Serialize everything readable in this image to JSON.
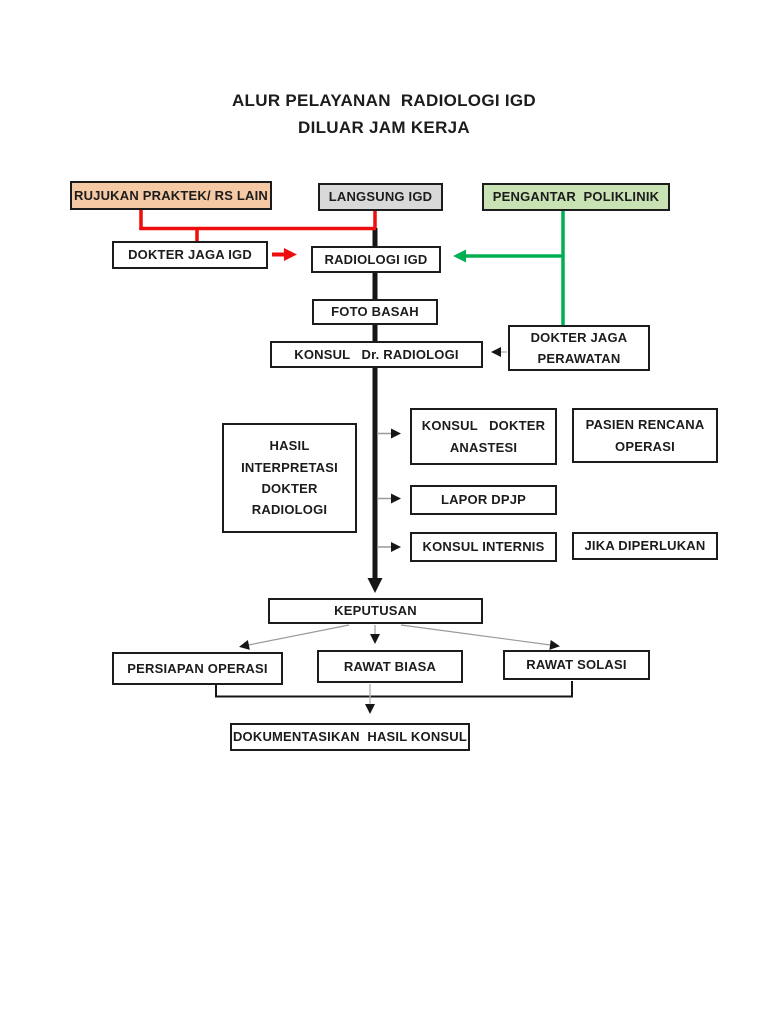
{
  "page": {
    "title": "ALUR PELAYANAN  RADIOLOGI IGD\nDILUAR JAM KERJA"
  },
  "colors": {
    "red": "#ee0d0d",
    "green": "#00b050",
    "black": "#161616",
    "gray_line": "#9a9a9a",
    "light_gray_line": "#b5b5b5",
    "peach_fill": "#f6c9a5",
    "gray_fill": "#d9d9d9",
    "green_fill": "#c8e2b4",
    "white_fill": "#ffffff"
  },
  "nodes": {
    "rujukan": {
      "label": "RUJUKAN PRAKTEK/ RS LAIN"
    },
    "langsung": {
      "label": "LANGSUNG IGD"
    },
    "pengantar": {
      "label": "PENGANTAR  POLIKLINIK"
    },
    "dokter_jaga_igd": {
      "label": "DOKTER JAGA IGD"
    },
    "radiologi_igd": {
      "label": "RADIOLOGI IGD"
    },
    "foto_basah": {
      "label": "FOTO BASAH"
    },
    "konsul_dr_radiologi": {
      "label": "KONSUL   Dr. RADIOLOGI"
    },
    "dokter_jaga_perawatan": {
      "label": "DOKTER JAGA\nPERAWATAN"
    },
    "hasil_interpretasi": {
      "label": "HASIL\nINTERPRETASI\nDOKTER\nRADIOLOGI"
    },
    "konsul_dokter_anastesi": {
      "label": "KONSUL   DOKTER\nANASTESI"
    },
    "pasien_rencana_operasi": {
      "label": "PASIEN RENCANA\nOPERASI"
    },
    "lapor_dpjp": {
      "label": "LAPOR DPJP"
    },
    "konsul_internis": {
      "label": "KONSUL INTERNIS"
    },
    "jika_diperlukan": {
      "label": "JIKA DIPERLUKAN"
    },
    "keputusan": {
      "label": "KEPUTUSAN"
    },
    "persiapan_operasi": {
      "label": "PERSIAPAN OPERASI"
    },
    "rawat_biasa": {
      "label": "RAWAT BIASA"
    },
    "rawat_solasi": {
      "label": "RAWAT SOLASI"
    },
    "dokumentasikan": {
      "label": "DOKUMENTASIKAN  HASIL KONSUL"
    }
  }
}
